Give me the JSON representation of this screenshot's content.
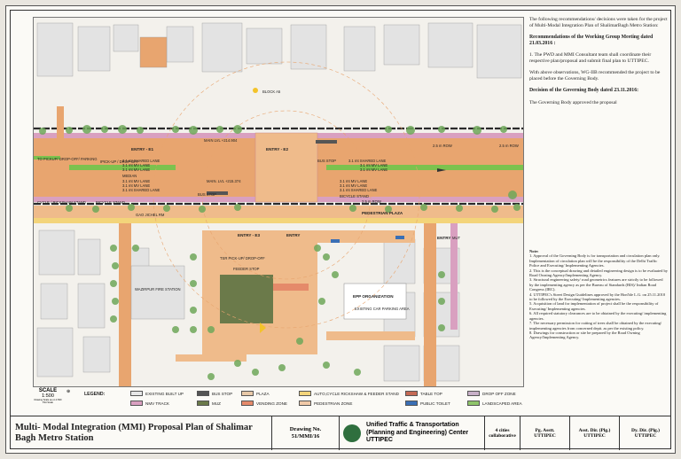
{
  "map": {
    "labels": {
      "block_a5": "BLOCK A5",
      "main_lvl_1": "MAIN LVL +214.904",
      "entry_e1": "ENTRY - E1",
      "entry_e2": "ENTRY - E2",
      "to_pickup": "TO PICKUP/ DROP-OFF/ PARKING",
      "pick_up_drop": "IPICK-UP / DROP-OFF",
      "shared_lane_left_1": "3.1 mt SHARED LANE",
      "mv_lane_left_1": "3.1 mt MV LANE",
      "mv_lane_left_2": "3.1 mt MV LANE",
      "median": "MEDIAN",
      "mv_lane_left_3": "3.1 mt MV LANE",
      "mv_lane_left_4": "3.1 mt MV LANE",
      "shared_lane_left_2": "3.1 mt SHARED LANE",
      "main_lvl_2": "MAIN. LVL +215.374",
      "bus_stop_1": "BUS STOP",
      "bus_stop_2": "BUS STOP",
      "shared_lane_right_1": "3.1 mt SHARED LANE",
      "mv_lane_right_1": "3.1 mt MV LANE",
      "mv_lane_right_2": "3.1 mt MV LANE",
      "mv_lane_right_3": "3.1 mt MV LANE",
      "mv_lane_right_4": "3.1 mt MV LANE",
      "shared_lane_right_2": "3.1 mt SHARED LANE",
      "row_right": "2.5 m ROW",
      "row_far_right": "2.5 m ROW",
      "cycle_track": "CYCLE / RICKSHAW STAND",
      "bicycle_stand": "BICYCLE STAND",
      "bicycle_stand_2": "BICYCLE STAND",
      "row_right_2": "2.5 m ROW",
      "pedestrian_plaza": "PEDESTRIAN PLAZA",
      "gao_jichel": "GAO JICHEL RM",
      "entry_e3": "ENTRY - E3",
      "entry_e4": "ENTRY",
      "entry_e5": "ENTRY",
      "tsr_pick": "TSR PICK-UP/ DROP-OFF",
      "feeder_stop": "FEEDER STOP",
      "fire_station": "WAZIRPUR FIRE STATION",
      "epp_org": "EPP ORGANIZATION",
      "existing_car": "EXISTING CAR PARKING AREA",
      "mut": "MUT"
    }
  },
  "notes": {
    "intro": "The following recommendations/ decisions were taken for the project of Multi-Modal Integration Plan of ShalimarBagh Metro Station:",
    "wg_heading": "Recommendations of the Working Group Meeting dated 21.03.2016 :",
    "wg_item": "1.   The PWD and MMI Consultant team shall coordinate their respective plan/proposal and submit final plan to UTTIPEC.",
    "wg_after": "With above observations, WG-IIB recommended the project to be placed before the Governing Body.",
    "gb_heading": "Decision of the Governing Body dated 23.11.2016:",
    "gb_text": "The Governing Body approved the proposal",
    "notes_title": "Note:",
    "notes_items": [
      "1. Approval of the Governing Body is for transportation and circulation plan only. Implementation of circulation plan will be the responsibility of the Delhi Traffic Police and Executing/ Implementing Agencies.",
      "2. This is the conceptual drawing and detailed engineering design is to be evaluated by Road Owning Agency/Implementing Agency.",
      "3. Structural engineering safety/ road geometrics features are strictly to be followed by the implementing agency as per the Bureau of Standards (BIS)/ Indian Road Congress (IRC).",
      "4. UTTIPEC's Street Design Guidelines approved by the Hon'ble L.G. on 25.11.2010 to be followed by the Executing/ Implementing agencies.",
      "5. Acquisition of land for implementation of project shall be the responsibility of Executing/ Implementing agencies.",
      "6. All required statutory clearances are to be obtained by the executing/ implementing agencies.",
      "7. The necessary permission for cutting of trees shall be obtained by the executing/ implementing agencies from concerned deptt. as per the existing policy.",
      "8. Drawings for construction or site be prepared by the Road Owning Agency/Implementing Agency."
    ]
  },
  "scale": {
    "label": "SCALE",
    "value": "1:500",
    "note": "Drawing Scale as on 1:500 Plot Scale"
  },
  "legend": {
    "title": "LEGEND:",
    "items": [
      {
        "label": "EXISTING BUILT UP",
        "color": "#e7e7e7"
      },
      {
        "label": "BUS STOP",
        "color": "#555555"
      },
      {
        "label": "PLAZA",
        "color": "#e8c9a8"
      },
      {
        "label": "AUTO,CYCLE RICKSHAW & FEEDER STAND",
        "color": "#f3d47a"
      },
      {
        "label": "TABLE TOP",
        "color": "#c56a55"
      },
      {
        "label": "DROP OFF ZONE",
        "color": "#c8b0c8"
      },
      {
        "label": "NMV TRACK",
        "color": "#d9a0c0"
      },
      {
        "label": "MUZ",
        "color": "#6b7a4a"
      },
      {
        "label": "VENDING ZONE",
        "color": "#e58a6a"
      },
      {
        "label": "PEDESTRIAN ZONE",
        "color": "#f0c9a8"
      },
      {
        "label": "PUBLIC TOILET",
        "color": "#3a6fb5"
      },
      {
        "label": "LANDSCAPED AREA",
        "color": "#8fc46a"
      }
    ]
  },
  "titleblock": {
    "title": "Multi- Modal Integration (MMI) Proposal Plan of Shalimar Bagh Metro Station",
    "drawing_label": "Drawing No.",
    "drawing_no": "51/MMI/16",
    "org_line1": "Unified Traffic & Transportation",
    "org_line2": "(Planning and Engineering) Center",
    "org_line3": "UTTIPEC",
    "collab": "4 cities collaborative",
    "sign1_title": "Pg. Asstt.",
    "sign1_org": "UTTIPEC",
    "sign2_title": "Asst. Dir. (Plg.)",
    "sign2_org": "UTTIPEC",
    "sign3_title": "Dy. Dir. (Plg.)",
    "sign3_org": "UTTIPEC"
  },
  "colors": {
    "road": "#e8a56f",
    "road_light": "#efbb8b",
    "metro": "#2b2b2b",
    "green": "#7cc24e",
    "tree": "#6fa85a",
    "building": "#d9d9d9",
    "plaza": "#e5b289"
  }
}
